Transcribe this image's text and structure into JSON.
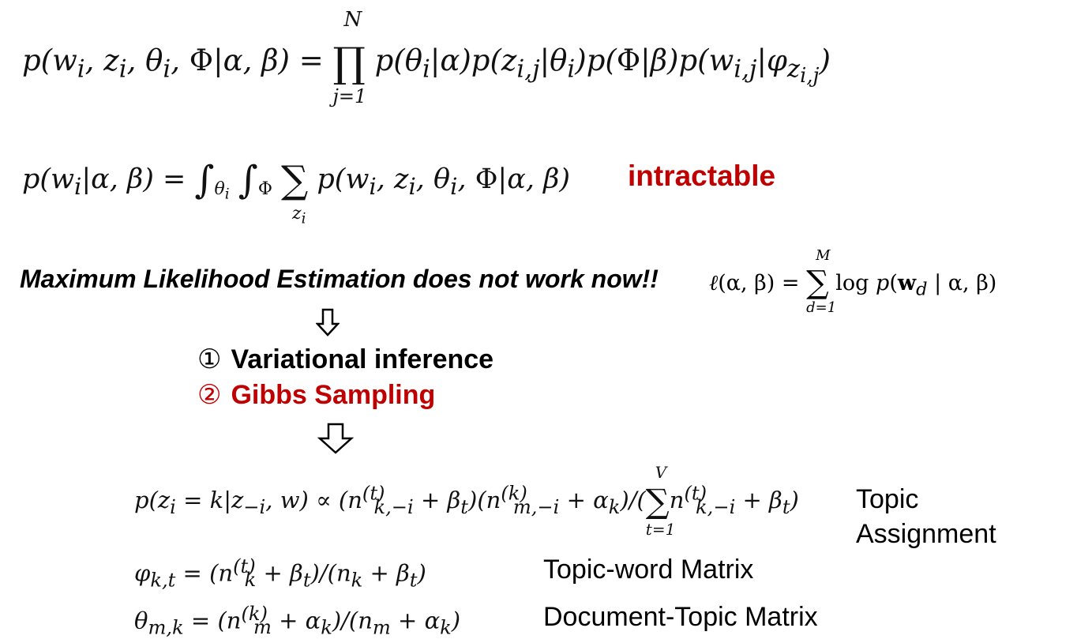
{
  "equations": {
    "joint": "p(wᵢ, zᵢ, θᵢ, Φ|α, β) = ∏ⱼ₌₁ᴺ p(θᵢ|α) p(zᵢ,ⱼ|θᵢ) p(Φ|β) p(wᵢ,ⱼ|φ_zᵢ,ⱼ)",
    "marginal": "p(wᵢ|α, β) = ∫θᵢ ∫Φ Σzᵢ p(wᵢ, zᵢ, θᵢ, Φ|α, β)",
    "likelihood": "ℓ(α, β) = Σd=1..M log p(w_d | α, β)",
    "topic_assignment": "p(zᵢ = k|z₋ᵢ, w) ∝ (n_k,−i^(t) + βₜ)(n_m,−i^(k) + α_k)/(Σt=1..V n_k,−i^(t) + βₜ)",
    "topic_word": "φ_k,t = (n_k^(t) + βₜ)/(n_k + βₜ)",
    "doc_topic": "θ_m,k = (n_m^(k) + α_k)/(n_m + α_k)"
  },
  "labels": {
    "intractable": "intractable",
    "mle_note": "Maximum Likelihood Estimation does not work now!!",
    "method1_num": "①",
    "method1": "Variational inference",
    "method2_num": "②",
    "method2": "Gibbs Sampling",
    "topic_assignment": "Topic Assignment",
    "topic_word": "Topic-word Matrix",
    "doc_topic": "Document-Topic Matrix"
  },
  "colors": {
    "accent_red": "#c00000",
    "text": "#000000"
  },
  "icons": {
    "arrow1": "down-arrow-icon",
    "arrow2": "down-arrow-icon"
  }
}
